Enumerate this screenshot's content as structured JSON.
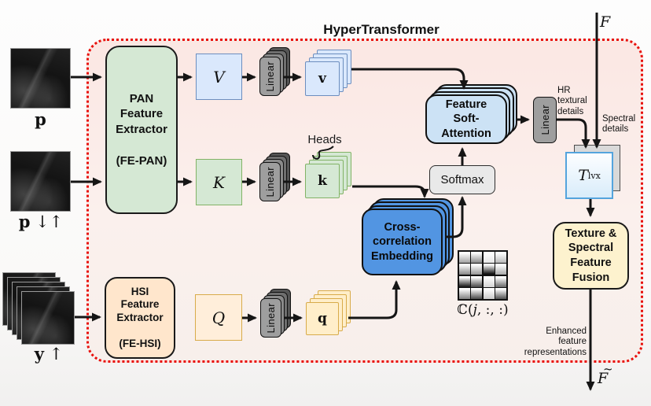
{
  "title": "HyperTransformer",
  "colors": {
    "boundary_red": "#e8100c",
    "panel_pink": "#fbe8e4",
    "pan_green_fill": "#d5e8d4",
    "hsi_peach_fill": "#ffe6cc",
    "v_blue_fill": "#dae8fc",
    "v_blue_stroke": "#6c8ebf",
    "k_green_stroke": "#82b366",
    "q_cream_fill": "#ffeeca",
    "q_gold_stroke": "#d8ab4a",
    "cross_correlation_blue": "#5295e2",
    "soft_attention_blue": "#cce2f5",
    "softmax_gray": "#e9e9e9",
    "linear_gray": "#9e9e9e",
    "fusion_cream": "#fdf2ce",
    "transfer_stroke_blue": "#54a4dd",
    "arrow_black": "#151515"
  },
  "inputs": {
    "pan": {
      "label_base": "p",
      "label_arrows": ""
    },
    "pan_lr": {
      "label_base": "p",
      "label_arrows": " ↓↑"
    },
    "hsi": {
      "label_base": "y",
      "label_arrows": " ↑"
    }
  },
  "extractors": {
    "pan_text": "PAN\nFeature\nExtractor\n\n(FE-PAN)",
    "hsi_text": "HSI\nFeature\nExtractor\n\n(FE-HSI)"
  },
  "projections": {
    "V": "V",
    "K": "K",
    "Q": "Q",
    "v": "v",
    "k": "k",
    "q": "q",
    "linear_label": "Linear",
    "heads_label": "Heads"
  },
  "blocks": {
    "cross_correlation": "Cross-\ncorrelation\nEmbedding",
    "softmax": "Softmax",
    "feature_soft_attention": "Feature\nSoft-\nAttention",
    "transfer_base": "T",
    "transfer_sup": "lvx",
    "fusion": "Texture &\nSpectral\nFeature\nFusion"
  },
  "annotations": {
    "hr_textural": "HR\ntextural\ndetails",
    "spectral": "Spectral\ndetails",
    "enhanced": "Enhanced\nfeature\nrepresentations",
    "f_in": "F",
    "f_out_base": "F",
    "f_out_tilde": "~",
    "correlation_map": {
      "open": "ℂ(",
      "j": "j",
      "close": ", :, :)"
    }
  },
  "correlation_grid": {
    "rows": 4,
    "cols": 4,
    "cell_shades": [
      [
        "#a8a8a8",
        "#8f8f8f",
        "#e8e8e8",
        "#bdbdbd"
      ],
      [
        "#8d8d8d",
        "#9c9c9c",
        "#0f0f0f",
        "#aeaeae"
      ],
      [
        "#1c1c1c",
        "#4f4f4f",
        "#d6d6d6",
        "#6f6f6f"
      ],
      [
        "#878787",
        "#525252",
        "#cccccc",
        "#5a5a5a"
      ]
    ]
  }
}
